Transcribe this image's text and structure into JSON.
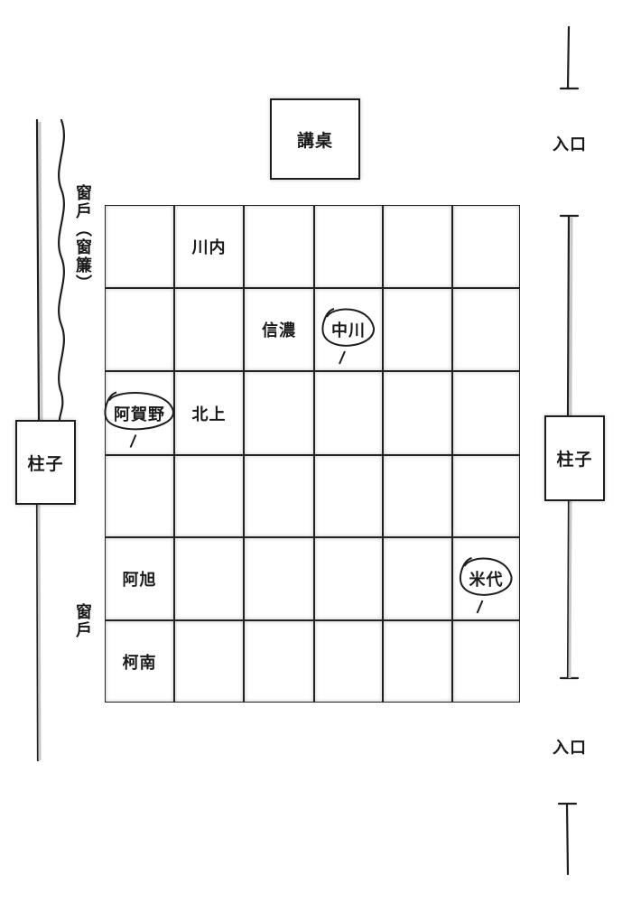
{
  "podium": "講桌",
  "entrance_top": "入口",
  "entrance_bottom": "入口",
  "pillar_left": "柱子",
  "pillar_right": "柱子",
  "window_upper": "窗戶（窗簾）",
  "window_lower": "窗戶",
  "seats": [
    {
      "row": 1,
      "col": 2,
      "name": "川内",
      "circled": false
    },
    {
      "row": 2,
      "col": 3,
      "name": "信濃",
      "circled": false
    },
    {
      "row": 2,
      "col": 4,
      "name": "中川",
      "circled": true
    },
    {
      "row": 3,
      "col": 1,
      "name": "阿賀野",
      "circled": true
    },
    {
      "row": 3,
      "col": 2,
      "name": "北上",
      "circled": false
    },
    {
      "row": 5,
      "col": 1,
      "name": "阿旭",
      "circled": false
    },
    {
      "row": 5,
      "col": 6,
      "name": "米代",
      "circled": true
    },
    {
      "row": 6,
      "col": 1,
      "name": "柯南",
      "circled": false
    }
  ]
}
